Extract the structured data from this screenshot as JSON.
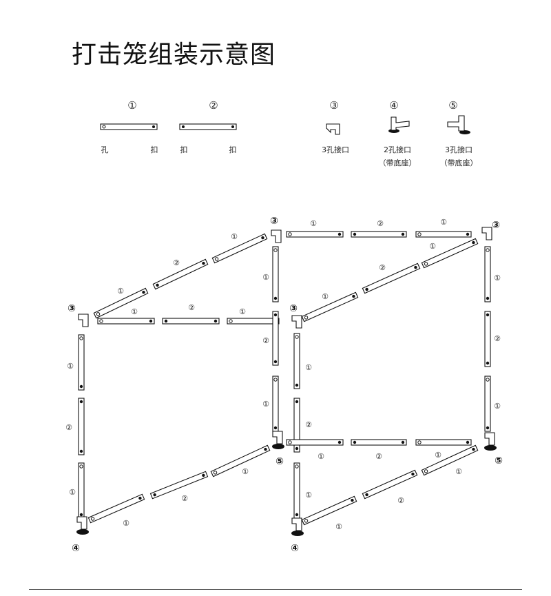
{
  "title": "打击笼组装示意图",
  "legend": {
    "bar1": {
      "num": "①",
      "left": "孔",
      "right": "扣"
    },
    "bar2": {
      "num": "②",
      "left": "扣",
      "right": "扣"
    },
    "joint3": {
      "num": "③",
      "line1": "3孔接口",
      "line2": ""
    },
    "joint4": {
      "num": "④",
      "line1": "2孔接口",
      "line2": "（带底座）"
    },
    "joint5": {
      "num": "⑤",
      "line1": "3孔接口",
      "line2": "（带底座）"
    }
  },
  "part_labels": {
    "p1": "①",
    "p2": "②",
    "j3": "③",
    "j4": "④",
    "j5": "⑤"
  }
}
